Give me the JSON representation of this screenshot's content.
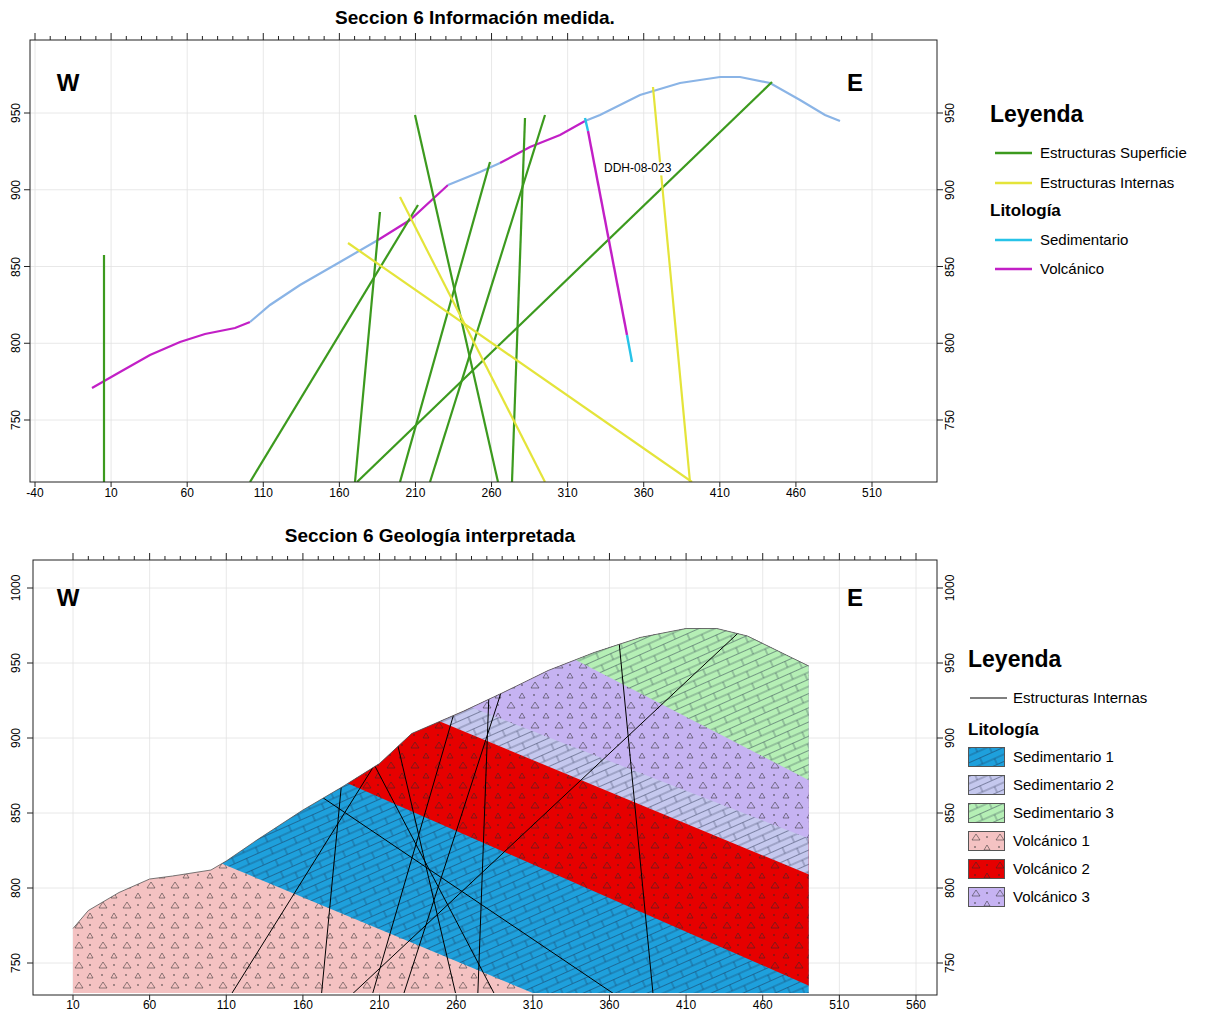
{
  "diagram": {
    "title": "Seccion 6 Información medida.",
    "labels": [
      "W",
      "E",
      "DDH-08-023",
      "-40",
      "10",
      "60",
      "110",
      "160",
      "210",
      "260",
      "310",
      "360",
      "410",
      "460",
      "510",
      "950",
      "900",
      "850",
      "800",
      "750",
      "950",
      "900",
      "850",
      "800",
      "750",
      "Leyenda",
      "Litología",
      "Seccion 6 Geología interpretada",
      "W",
      "E",
      "10",
      "60",
      "110",
      "160",
      "210",
      "260",
      "310",
      "360",
      "410",
      "460",
      "510",
      "560",
      "1000",
      "950",
      "900",
      "850",
      "800",
      "750",
      "1000",
      "950",
      "900",
      "850",
      "800",
      "750",
      "Leyenda",
      "Litología"
    ],
    "legend": [
      {
        "text": "Estructuras Superficie"
      },
      {
        "text": "Estructuras Internas"
      },
      {
        "text": "Sedimentario"
      },
      {
        "text": "Volcánico"
      },
      {
        "text": "Estructuras Internas"
      },
      {
        "text": "Sedimentario 1",
        "color": "#1ea0dc"
      },
      {
        "text": "Sedimentario 2",
        "color": "#c5c8ee"
      },
      {
        "text": "Sedimentario 3",
        "color": "#b5efb5"
      },
      {
        "text": "Volcánico 1",
        "color": "#f4c2c2"
      },
      {
        "text": "Volcánico 2",
        "color": "#e60000"
      },
      {
        "text": "Volcánico 3",
        "color": "#c6b3f2"
      }
    ]
  }
}
